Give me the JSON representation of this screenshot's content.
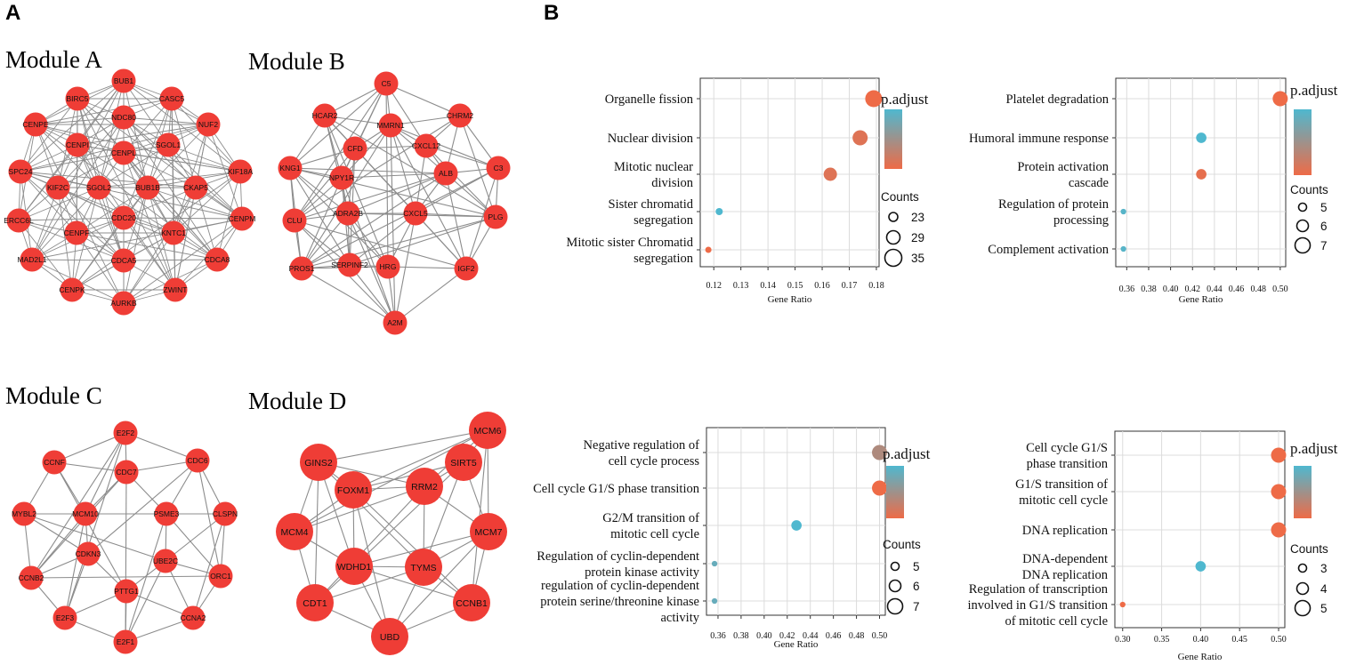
{
  "figure": {
    "panel_a_label": "A",
    "panel_b_label": "B"
  },
  "colors": {
    "node": "#ef3d36",
    "edge": "#8c8c8c",
    "padj_high": "#4fb8cf",
    "padj_low": "#ee6b47",
    "grid": "#dcdcdc"
  },
  "networks": [
    {
      "title": "Module A",
      "nodes": [
        "BUB1",
        "BIRC5",
        "CASC5",
        "CENPE",
        "NDC80",
        "NUF2",
        "CENPI",
        "SGOL1",
        "CENPL",
        "SPC24",
        "KIF18A",
        "KIF2C",
        "SGOL2",
        "BUB1B",
        "CKAP5",
        "ERCC6L",
        "CDC20",
        "CENPM",
        "CENPF",
        "KNTC1",
        "MAD2L1",
        "CDCA5",
        "CDCA8",
        "CENPK",
        "ZWINT",
        "AURKB"
      ]
    },
    {
      "title": "Module B",
      "nodes": [
        "C5",
        "HCAR2",
        "CHRM2",
        "MMRN1",
        "CFD",
        "CXCL12",
        "KNG1",
        "C3",
        "NPY1R",
        "ALB",
        "CLU",
        "ADRA2B",
        "CXCL5",
        "PLG",
        "SERPINF2",
        "HRG",
        "PROS1",
        "IGF2",
        "A2M"
      ]
    },
    {
      "title": "Module C",
      "nodes": [
        "E2F2",
        "CCNF",
        "CDC6",
        "CDC7",
        "MYBL2",
        "MCM10",
        "PSME3",
        "CLSPN",
        "CDKN3",
        "UBE2C",
        "CCNB2",
        "ORC1",
        "PTTG1",
        "E2F3",
        "CCNA2",
        "E2F1"
      ]
    },
    {
      "title": "Module D",
      "nodes": [
        "MCM6",
        "GINS2",
        "SIRT5",
        "FOXM1",
        "RRM2",
        "MCM4",
        "MCM7",
        "WDHD1",
        "TYMS",
        "CDT1",
        "CCNB1",
        "UBD"
      ]
    }
  ],
  "chart_data": [
    {
      "type": "scatter",
      "xlabel": "Gene Ratio",
      "xticks": [
        "0.12",
        "0.13",
        "0.14",
        "0.15",
        "0.16",
        "0.17",
        "0.18"
      ],
      "xlim": [
        0.115,
        0.181
      ],
      "categories": [
        "Organelle fission",
        "Nuclear division",
        "Mitotic nuclear division",
        "Sister chromatid segregation",
        "Mitotic sister Chromatid segregation"
      ],
      "x": [
        0.179,
        0.174,
        0.163,
        0.122,
        0.118
      ],
      "counts": [
        35,
        33,
        31,
        24,
        23
      ],
      "p_adjust_scale": [
        1,
        0.9,
        0.9,
        0,
        1
      ],
      "legend_title": "p.adjust",
      "size_legend_title": "Counts",
      "size_legend": [
        "23",
        "29",
        "35"
      ]
    },
    {
      "type": "scatter",
      "xlabel": "Gene Ratio",
      "xticks": [
        "0.36",
        "0.38",
        "0.40",
        "0.42",
        "0.44",
        "0.46",
        "0.48",
        "0.50"
      ],
      "xlim": [
        0.35,
        0.505
      ],
      "categories": [
        "Platelet degradation",
        "Humoral immune response",
        "Protein activation cascade",
        "Regulation of protein processing",
        "Complement activation"
      ],
      "x": [
        0.5,
        0.428,
        0.428,
        0.357,
        0.357
      ],
      "counts": [
        7,
        6,
        6,
        5,
        5
      ],
      "p_adjust_scale": [
        1,
        0,
        0.95,
        0.05,
        0.05
      ],
      "legend_title": "p.adjust",
      "size_legend_title": "Counts",
      "size_legend": [
        "5",
        "6",
        "7"
      ]
    },
    {
      "type": "scatter",
      "xlabel": "Gene Ratio",
      "xticks": [
        "0.36",
        "0.38",
        "0.40",
        "0.42",
        "0.44",
        "0.46",
        "0.48",
        "0.50"
      ],
      "xlim": [
        0.35,
        0.505
      ],
      "categories": [
        "Negative regulation of cell cycle process",
        "Cell cycle G1/S phase transition",
        "G2/M transition of mitotic cell cycle",
        "Regulation of cyclin-dependent protein kinase activity",
        "regulation of cyclin-dependent protein serine/threonine kinase activity"
      ],
      "x": [
        0.5,
        0.5,
        0.428,
        0.357,
        0.357
      ],
      "counts": [
        7,
        7,
        6,
        5,
        5
      ],
      "p_adjust_scale": [
        0.6,
        1,
        0,
        0.15,
        0.15
      ],
      "legend_title": "p.adjust",
      "size_legend_title": "Counts",
      "size_legend": [
        "5",
        "6",
        "7"
      ]
    },
    {
      "type": "scatter",
      "xlabel": "Gene Ratio",
      "xticks": [
        "0.30",
        "0.35",
        "0.40",
        "0.45",
        "0.50"
      ],
      "xlim": [
        0.29,
        0.508
      ],
      "categories": [
        "Cell cycle G1/S phase transition",
        "G1/S transition of mitotic cell cycle",
        "DNA replication",
        "DNA-dependent DNA replication",
        "Regulation of transcription involved in G1/S transition of mitotic cell cycle"
      ],
      "x": [
        0.5,
        0.5,
        0.5,
        0.4,
        0.3
      ],
      "counts": [
        5,
        5,
        5,
        4,
        3
      ],
      "p_adjust_scale": [
        1,
        1,
        1,
        0,
        1
      ],
      "legend_title": "p.adjust",
      "size_legend_title": "Counts",
      "size_legend": [
        "3",
        "4",
        "5"
      ]
    }
  ]
}
